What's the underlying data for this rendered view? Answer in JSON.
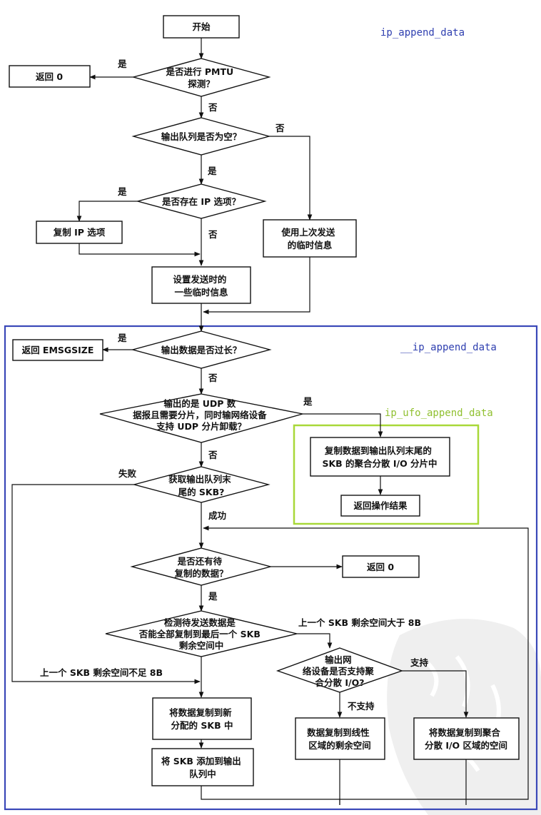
{
  "colors": {
    "background": "#ffffff",
    "line": "#111111",
    "ip_append_label": "#3040b0",
    "inner_frame": "#3a48b8",
    "ufo_frame": "#a8d838",
    "ufo_label": "#90c030",
    "watermark": "#e2e2e2"
  },
  "labels": {
    "fn_ip_append_data": "ip_append_data",
    "fn___ip_append_data": "__ip_append_data",
    "fn_ip_ufo_append_data": "ip_ufo_append_data"
  },
  "nodes": {
    "start": [
      "开始"
    ],
    "ret0_top": [
      "返回 0"
    ],
    "pmtu": [
      "是否进行 PMTU",
      "探测？"
    ],
    "queue_empty": [
      "输出队列是否为空？"
    ],
    "ip_opts": [
      "是否存在 IP 选项？"
    ],
    "copy_opts": [
      "复制 IP 选项"
    ],
    "use_last": [
      "使用上次发送",
      "的临时信息"
    ],
    "set_info": [
      "设置发送时的",
      "一些临时信息"
    ],
    "ret_emsg": [
      "返回 EMSGSIZE"
    ],
    "too_long": [
      "输出数据是否过长？"
    ],
    "udp": [
      "输出的是 UDP 数",
      "据报且需要分片，同时输网络设备",
      "支持 UDP 分片卸载？"
    ],
    "ufo_copy": [
      "复制数据到输出队列末尾的",
      "SKB 的聚合分散 I/O 分片中"
    ],
    "ufo_ret": [
      "返回操作结果"
    ],
    "get_tail": [
      "获取输出队列末",
      "尾的 SKB?"
    ],
    "more_data": [
      "是否还有待",
      "复制的数据？"
    ],
    "ret0_mid": [
      "返回 0"
    ],
    "check_fit": [
      "检测待发送数据是",
      "否能全部复制到最后一个 SKB",
      "剩余空间中"
    ],
    "sg_support": [
      "输出网",
      "络设备是否支持聚",
      "合分散 I/O?"
    ],
    "copy_new": [
      "将数据复制到新",
      "分配的 SKB 中"
    ],
    "add_skb": [
      "将 SKB 添加到输出",
      "队列中"
    ],
    "copy_linear": [
      "数据复制到线性",
      "区域的剩余空间"
    ],
    "copy_sg": [
      "将数据复制到聚合",
      "分散 I/O 区域的空间"
    ]
  },
  "edge_labels": {
    "pmtu_yes": "是",
    "pmtu_no": "否",
    "queue_no": "否",
    "queue_yes": "是",
    "opts_yes": "是",
    "opts_no": "否",
    "long_yes": "是",
    "long_no": "否",
    "udp_yes": "是",
    "udp_no": "否",
    "tail_fail": "失败",
    "tail_ok": "成功",
    "more_yes": "是",
    "fit_gt": "上一个 SKB 剩余空间大于 8B",
    "fit_lt": "上一个 SKB 剩余空间不足 8B",
    "sg_yes": "支持",
    "sg_no": "不支持"
  }
}
